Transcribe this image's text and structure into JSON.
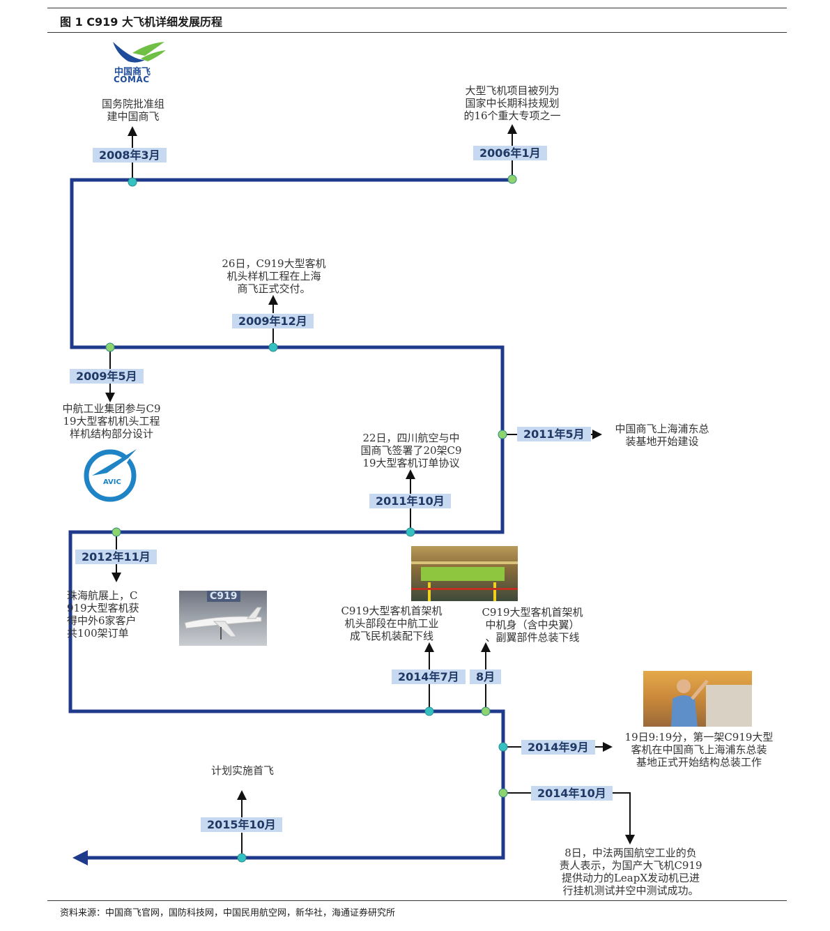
{
  "figure_title": "图 1 C919 大飞机详细发展历程",
  "source": "资料来源：中国商飞官网，国防科技网，中国民用航空网，新华社，海通证券研究所",
  "colors": {
    "line": "#1f3a8a",
    "node": "#35c1c1",
    "node_alt": "#8fd36c",
    "date_bg": "#c6d9f1",
    "date_text": "#1f3864"
  },
  "logos": {
    "comac_cn": "中国商飞",
    "comac_en": "COMAC",
    "avic": "AVIC"
  },
  "photo_label": "C919",
  "events": [
    {
      "id": "2006-01",
      "date": "2006年1月",
      "text": "大型飞机项目被列为\n国家中长期科技规划\n的16个重大专项之一"
    },
    {
      "id": "2008-03",
      "date": "2008年3月",
      "text": "国务院批准组\n建中国商飞"
    },
    {
      "id": "2009-05",
      "date": "2009年5月",
      "text": "中航工业集团参与C9\n19大型客机机头工程\n样机结构部分设计"
    },
    {
      "id": "2009-12",
      "date": "2009年12月",
      "text": "26日，C919大型客机\n机头样机工程在上海\n商飞正式交付。"
    },
    {
      "id": "2011-05",
      "date": "2011年5月",
      "text": "中国商飞上海浦东总\n装基地开始建设"
    },
    {
      "id": "2011-10",
      "date": "2011年10月",
      "text": "22日，四川航空与中\n国商飞签署了20架C9\n19大型客机订单协议"
    },
    {
      "id": "2012-11",
      "date": "2012年11月",
      "text": "珠海航展上，C\n919大型客机获\n得中外6家客户\n共100架订单"
    },
    {
      "id": "2014-07",
      "date": "2014年7月",
      "text": "C919大型客机首架机\n机头部段在中航工业\n成飞民机装配下线"
    },
    {
      "id": "2014-08",
      "date": "8月",
      "text": "C919大型客机首架机\n中机身（含中央翼）\n、副翼部件总装下线"
    },
    {
      "id": "2014-09",
      "date": "2014年9月",
      "text": "19日9:19分，第一架C919大型\n客机在中国商飞上海浦东总装\n基地正式开始结构总装工作"
    },
    {
      "id": "2014-10",
      "date": "2014年10月",
      "text": "8日，中法两国航空工业的负\n责人表示，为国产大飞机C919\n提供动力的LeapX发动机已进\n行挂机测试并空中测试成功。"
    },
    {
      "id": "2015-10",
      "date": "2015年10月",
      "text": "计划实施首飞"
    }
  ]
}
